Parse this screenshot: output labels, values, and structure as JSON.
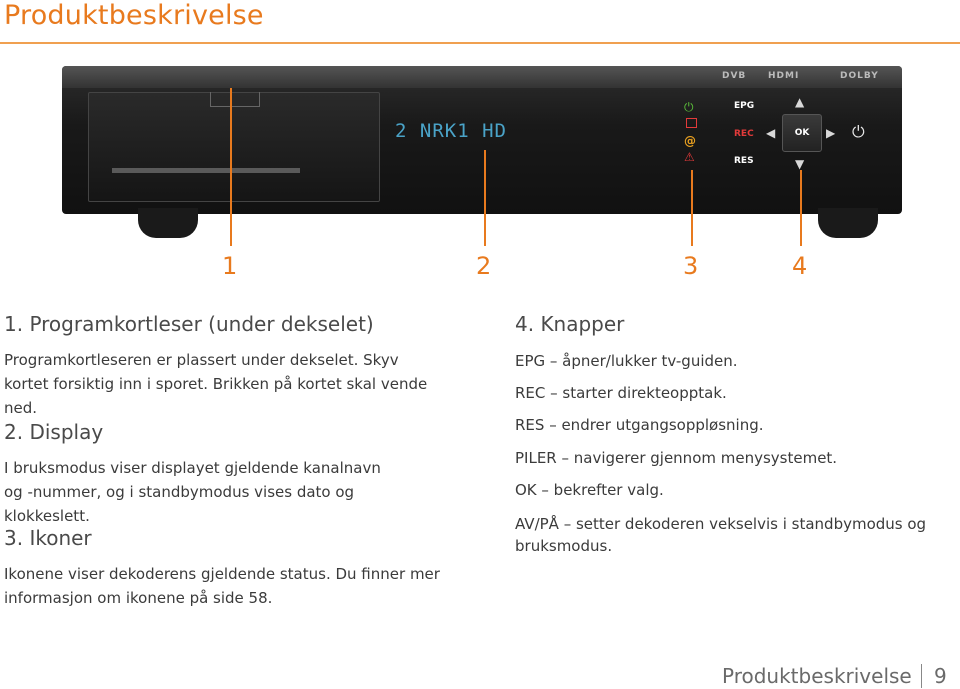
{
  "page": {
    "title": "Produktbeskrivelse",
    "footer_section": "Produktbeskrivelse",
    "page_number": "9"
  },
  "device": {
    "display_text": "2 NRK1 HD",
    "logos": [
      "DVB",
      "HDMI",
      "DOLBY"
    ],
    "buttons": {
      "epg": "EPG",
      "rec": "REC",
      "res": "RES",
      "ok": "OK"
    },
    "indicators": [
      "power-indicator-icon",
      "message-icon",
      "at-icon",
      "warning-icon"
    ]
  },
  "callouts": [
    "1",
    "2",
    "3",
    "4"
  ],
  "sections": {
    "card_reader": {
      "heading": "1. Programkortleser (under dekselet)",
      "text": "Programkortleseren er plassert under dekselet. Skyv kortet forsiktig inn i sporet. Brikken på kortet skal vende ned."
    },
    "display": {
      "heading": "2. Display",
      "text": "I bruksmodus viser displayet gjeldende kanalnavn og -nummer, og i standbymodus vises dato og klokkeslett."
    },
    "icons": {
      "heading": "3. Ikoner",
      "text": "Ikonene viser dekoderens gjeldende status. Du finner mer informasjon om ikonene på side 58."
    },
    "buttons": {
      "heading": "4. Knapper",
      "items": [
        "EPG – åpner/lukker tv-guiden.",
        "REC – starter direkteopptak.",
        "RES – endrer utgangsoppløsning.",
        "PILER – navigerer gjennom menysystemet.",
        "OK – bekrefter valg.",
        "AV/PÅ – setter dekoderen vekselvis i standbymodus og bruksmodus."
      ]
    }
  }
}
